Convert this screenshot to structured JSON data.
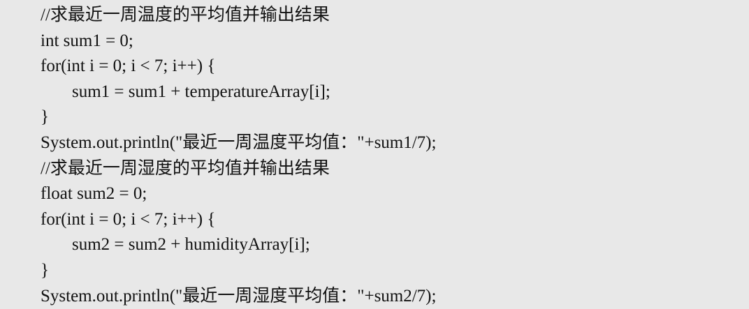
{
  "code": {
    "lines": [
      {
        "text": "//求最近一周温度的平均值并输出结果",
        "indent": 0
      },
      {
        "text": "int sum1 = 0;",
        "indent": 0
      },
      {
        "text": "for(int i = 0; i < 7; i++) {",
        "indent": 0
      },
      {
        "text": "sum1 = sum1 + temperatureArray[i];",
        "indent": 1
      },
      {
        "text": "}",
        "indent": 0
      },
      {
        "text": "System.out.println(\"最近一周温度平均值：\"+sum1/7);",
        "indent": 0
      },
      {
        "text": "//求最近一周湿度的平均值并输出结果",
        "indent": 0
      },
      {
        "text": "float sum2 = 0;",
        "indent": 0
      },
      {
        "text": "for(int i = 0; i < 7; i++) {",
        "indent": 0
      },
      {
        "text": "sum2 = sum2 + humidityArray[i];",
        "indent": 1
      },
      {
        "text": "}",
        "indent": 0
      },
      {
        "text": "System.out.println(\"最近一周湿度平均值：\"+sum2/7);",
        "indent": 0
      }
    ]
  }
}
